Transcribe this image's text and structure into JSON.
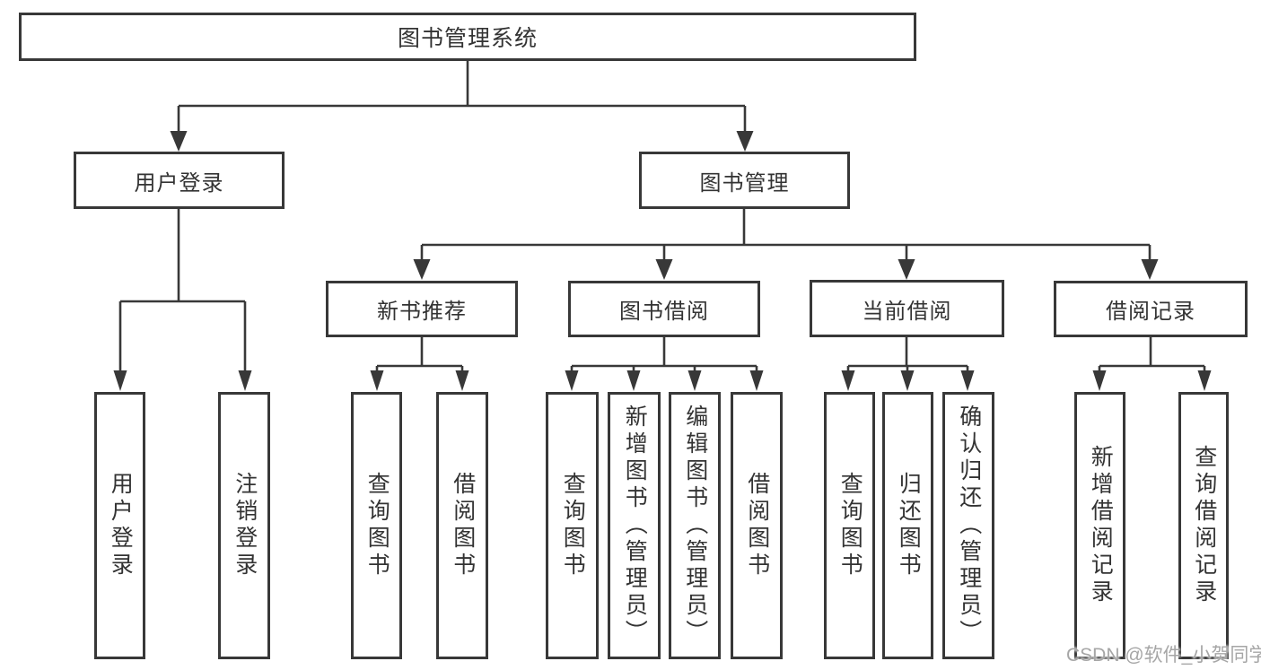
{
  "diagram_type": "hierarchy-tree",
  "colors": {
    "line": "#383838",
    "text": "#333333",
    "watermark": "#a6a6a6",
    "background": "#ffffff"
  },
  "nodes": {
    "root": {
      "label": "图书管理系统"
    },
    "userLogin": {
      "label": "用户登录",
      "children": {
        "login": {
          "label": "用户登录"
        },
        "logout": {
          "label": "注销登录"
        }
      }
    },
    "bookManagement": {
      "label": "图书管理",
      "children": {
        "newBooks": {
          "label": "新书推荐",
          "children": {
            "query": {
              "label": "查询图书"
            },
            "borrow": {
              "label": "借阅图书"
            }
          }
        },
        "bookBorrow": {
          "label": "图书借阅",
          "children": {
            "query": {
              "label": "查询图书"
            },
            "add": {
              "label": "新增图书（管理员）"
            },
            "edit": {
              "label": "编辑图书（管理员）"
            },
            "borrow": {
              "label": "借阅图书"
            }
          }
        },
        "currentBorrow": {
          "label": "当前借阅",
          "children": {
            "query": {
              "label": "查询图书"
            },
            "return": {
              "label": "归还图书"
            },
            "confirm": {
              "label": "确认归还（管理员）"
            }
          }
        },
        "borrowRecords": {
          "label": "借阅记录",
          "children": {
            "add": {
              "label": "新增借阅记录"
            },
            "query": {
              "label": "查询借阅记录"
            }
          }
        }
      }
    }
  },
  "watermark": {
    "text": "CSDN @软件_小贺同学"
  }
}
